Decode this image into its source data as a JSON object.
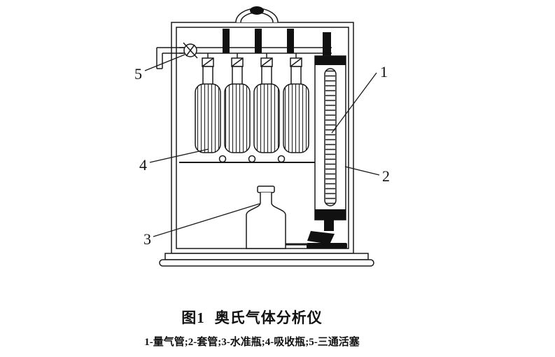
{
  "diagram": {
    "labels": {
      "1": "1",
      "2": "2",
      "3": "3",
      "4": "4",
      "5": "5"
    }
  },
  "caption": {
    "fig": "图1",
    "title": "奥氏气体分析仪"
  },
  "legend": {
    "text": "1-量气管;2-套管;3-水准瓶;4-吸收瓶;5-三通活塞"
  }
}
